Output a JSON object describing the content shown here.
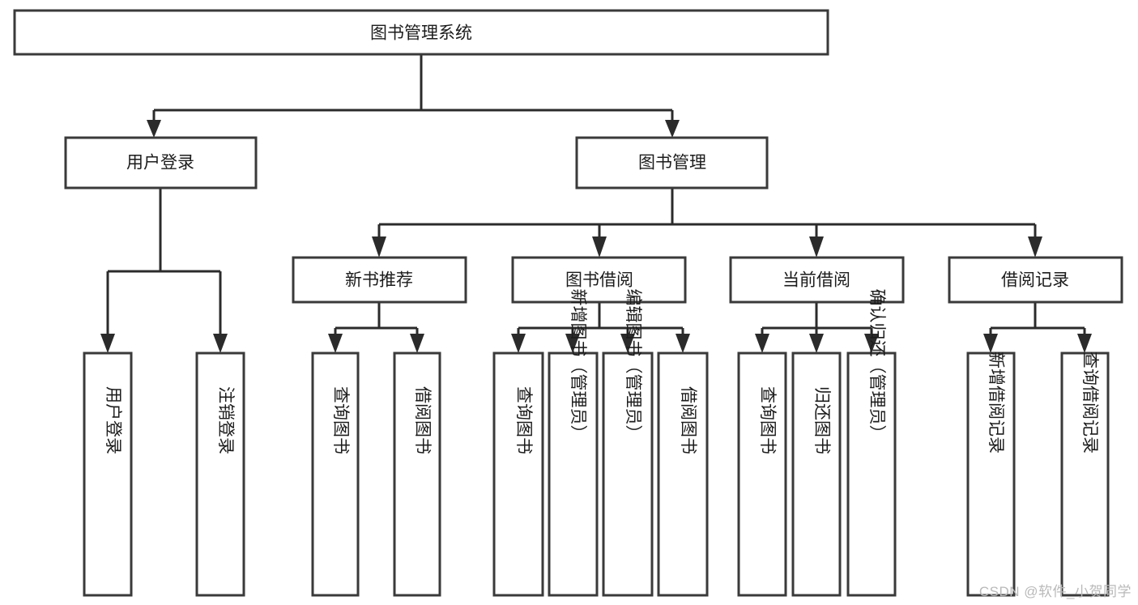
{
  "diagram": {
    "type": "tree-hierarchy",
    "title": "图书管理系统",
    "watermark": "CSDN @软件_小贺同学",
    "colors": {
      "box_stroke": "#3a3a3a",
      "connector": "#2b2b2b",
      "box_fill": "#ffffff",
      "text": "#1c1c1c",
      "watermark": "#b9b9b9",
      "background": "#ffffff"
    },
    "levels": {
      "root": {
        "label": "图书管理系统",
        "orientation": "horizontal"
      },
      "level2": [
        {
          "label": "用户登录",
          "orientation": "horizontal"
        },
        {
          "label": "图书管理",
          "orientation": "horizontal"
        }
      ],
      "level3": [
        {
          "label": "新书推荐",
          "orientation": "horizontal"
        },
        {
          "label": "图书借阅",
          "orientation": "horizontal"
        },
        {
          "label": "当前借阅",
          "orientation": "horizontal"
        },
        {
          "label": "借阅记录",
          "orientation": "horizontal"
        }
      ],
      "leaves": {
        "user_login": [
          {
            "label": "用户登录",
            "orientation": "vertical"
          },
          {
            "label": "注销登录",
            "orientation": "vertical"
          }
        ],
        "new_book_recommend": [
          {
            "label": "查询图书",
            "orientation": "vertical"
          },
          {
            "label": "借阅图书",
            "orientation": "vertical"
          }
        ],
        "book_borrow": [
          {
            "label": "查询图书",
            "orientation": "vertical"
          },
          {
            "label": "新增图书（管理员）",
            "orientation": "vertical"
          },
          {
            "label": "编辑图书（管理员）",
            "orientation": "vertical"
          },
          {
            "label": "借阅图书",
            "orientation": "vertical"
          }
        ],
        "current_borrow": [
          {
            "label": "查询图书",
            "orientation": "vertical"
          },
          {
            "label": "归还图书",
            "orientation": "vertical"
          },
          {
            "label": "确认归还（管理员）",
            "orientation": "vertical"
          }
        ],
        "borrow_record": [
          {
            "label": "新增借阅记录",
            "orientation": "vertical"
          },
          {
            "label": "查询借阅记录",
            "orientation": "vertical"
          }
        ]
      }
    }
  }
}
